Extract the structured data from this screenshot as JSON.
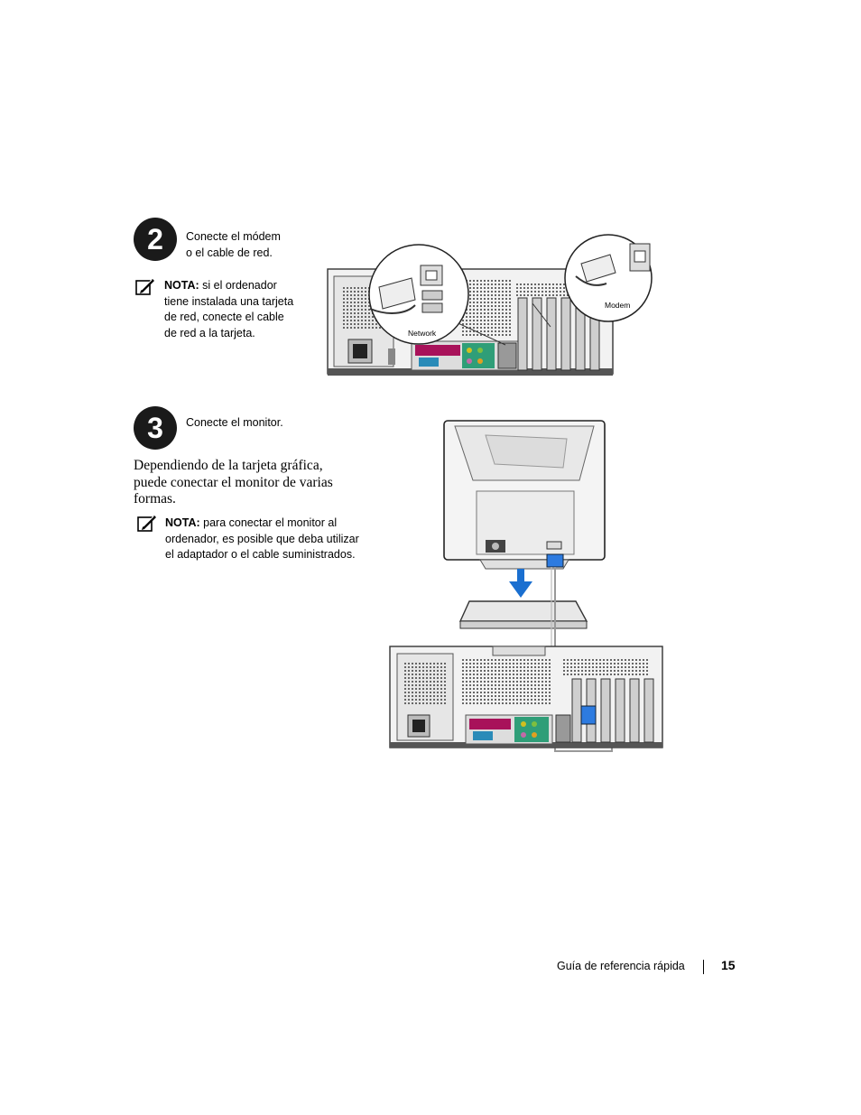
{
  "step2": {
    "number": "2",
    "line1": "Conecte el módem",
    "line2": "o el cable de red.",
    "note": {
      "label": "NOTA:",
      "line1": " si el ordenador",
      "line2": "tiene instalada una tarjeta",
      "line3": "de red, conecte el cable",
      "line4": "de red a la tarjeta."
    },
    "illustration": {
      "network_label": "Network",
      "modem_label": "Modem"
    }
  },
  "step3": {
    "number": "3",
    "text": "Conecte el monitor.",
    "body": {
      "line1": "Dependiendo de la tarjeta gráfica,",
      "line2": "puede conectar el monitor de varias",
      "line3": "formas."
    },
    "note": {
      "label": "NOTA:",
      "line1": " para conectar el monitor al",
      "line2": "ordenador, es posible que deba utilizar",
      "line3": "el adaptador o el cable suministrados."
    }
  },
  "footer": {
    "title": "Guía de referencia rápida",
    "page": "15"
  },
  "colors": {
    "badge": "#1a1a1a",
    "arrow": "#1a6fd0",
    "connector_blue": "#2d7be0",
    "parallel_port": "#a8125a",
    "audio_panel": "#2f9e78"
  }
}
